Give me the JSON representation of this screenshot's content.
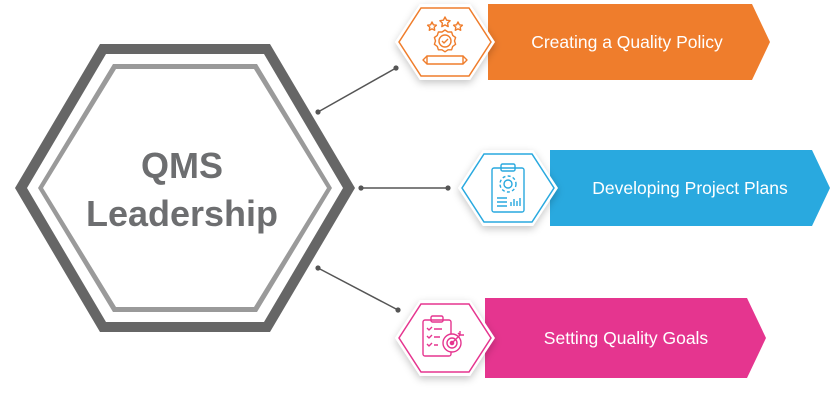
{
  "center": {
    "title_line1": "QMS",
    "title_line2": "Leadership"
  },
  "items": [
    {
      "label": "Creating a Quality Policy",
      "color": "#ef7d2c",
      "icon": "award-badge-icon"
    },
    {
      "label": "Developing Project Plans",
      "color": "#29a9df",
      "icon": "clipboard-gear-icon"
    },
    {
      "label": "Setting Quality Goals",
      "color": "#e5358f",
      "icon": "checklist-target-icon"
    }
  ],
  "colors": {
    "hexagon_outer": "#666666",
    "hexagon_inner": "#9a9a9a",
    "connector": "#555555"
  }
}
